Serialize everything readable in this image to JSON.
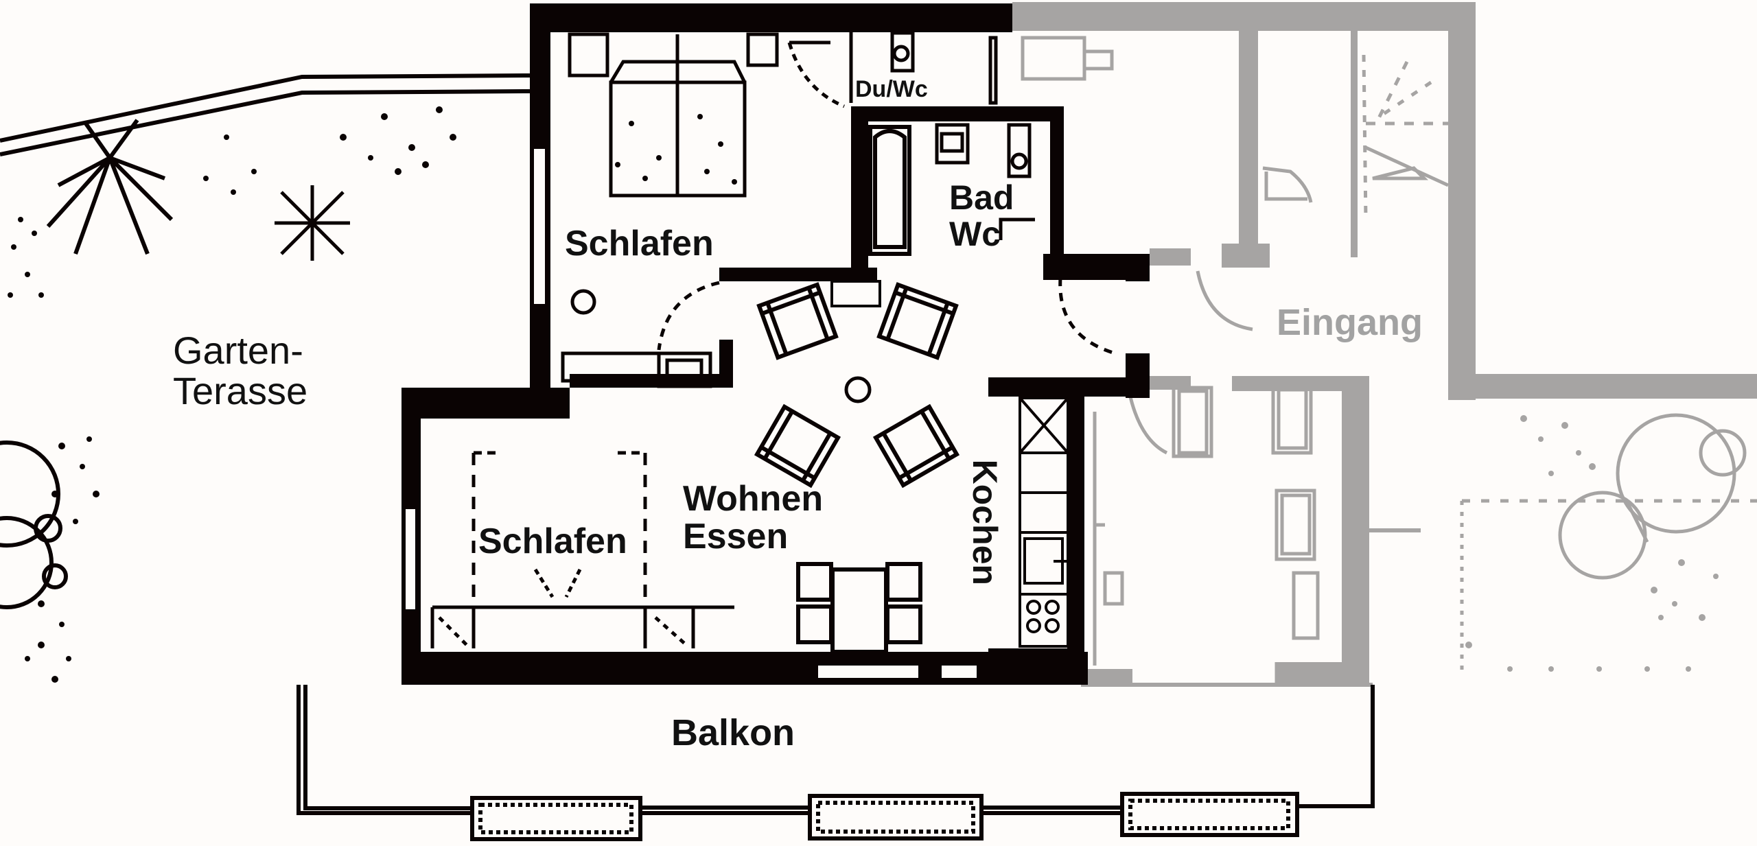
{
  "plan": {
    "rooms": {
      "du_wc": {
        "label": "Du/Wc"
      },
      "bad_wc": {
        "line1": "Bad",
        "line2": "Wc"
      },
      "schlafen_upper": {
        "label": "Schlafen"
      },
      "schlafen_lower": {
        "label": "Schlafen"
      },
      "wohnen_essen": {
        "line1": "Wohnen",
        "line2": "Essen"
      },
      "kochen": {
        "label": "Kochen"
      },
      "garten_terasse": {
        "line1": "Garten-",
        "line2": "Terasse"
      },
      "balkon": {
        "label": "Balkon"
      },
      "eingang": {
        "label": "Eingang"
      }
    },
    "colors": {
      "wall": "#0a0303",
      "neighbor_wall": "#a6a4a3",
      "background": "#fefcfa",
      "neighbor_text": "#a2a2a2"
    }
  }
}
